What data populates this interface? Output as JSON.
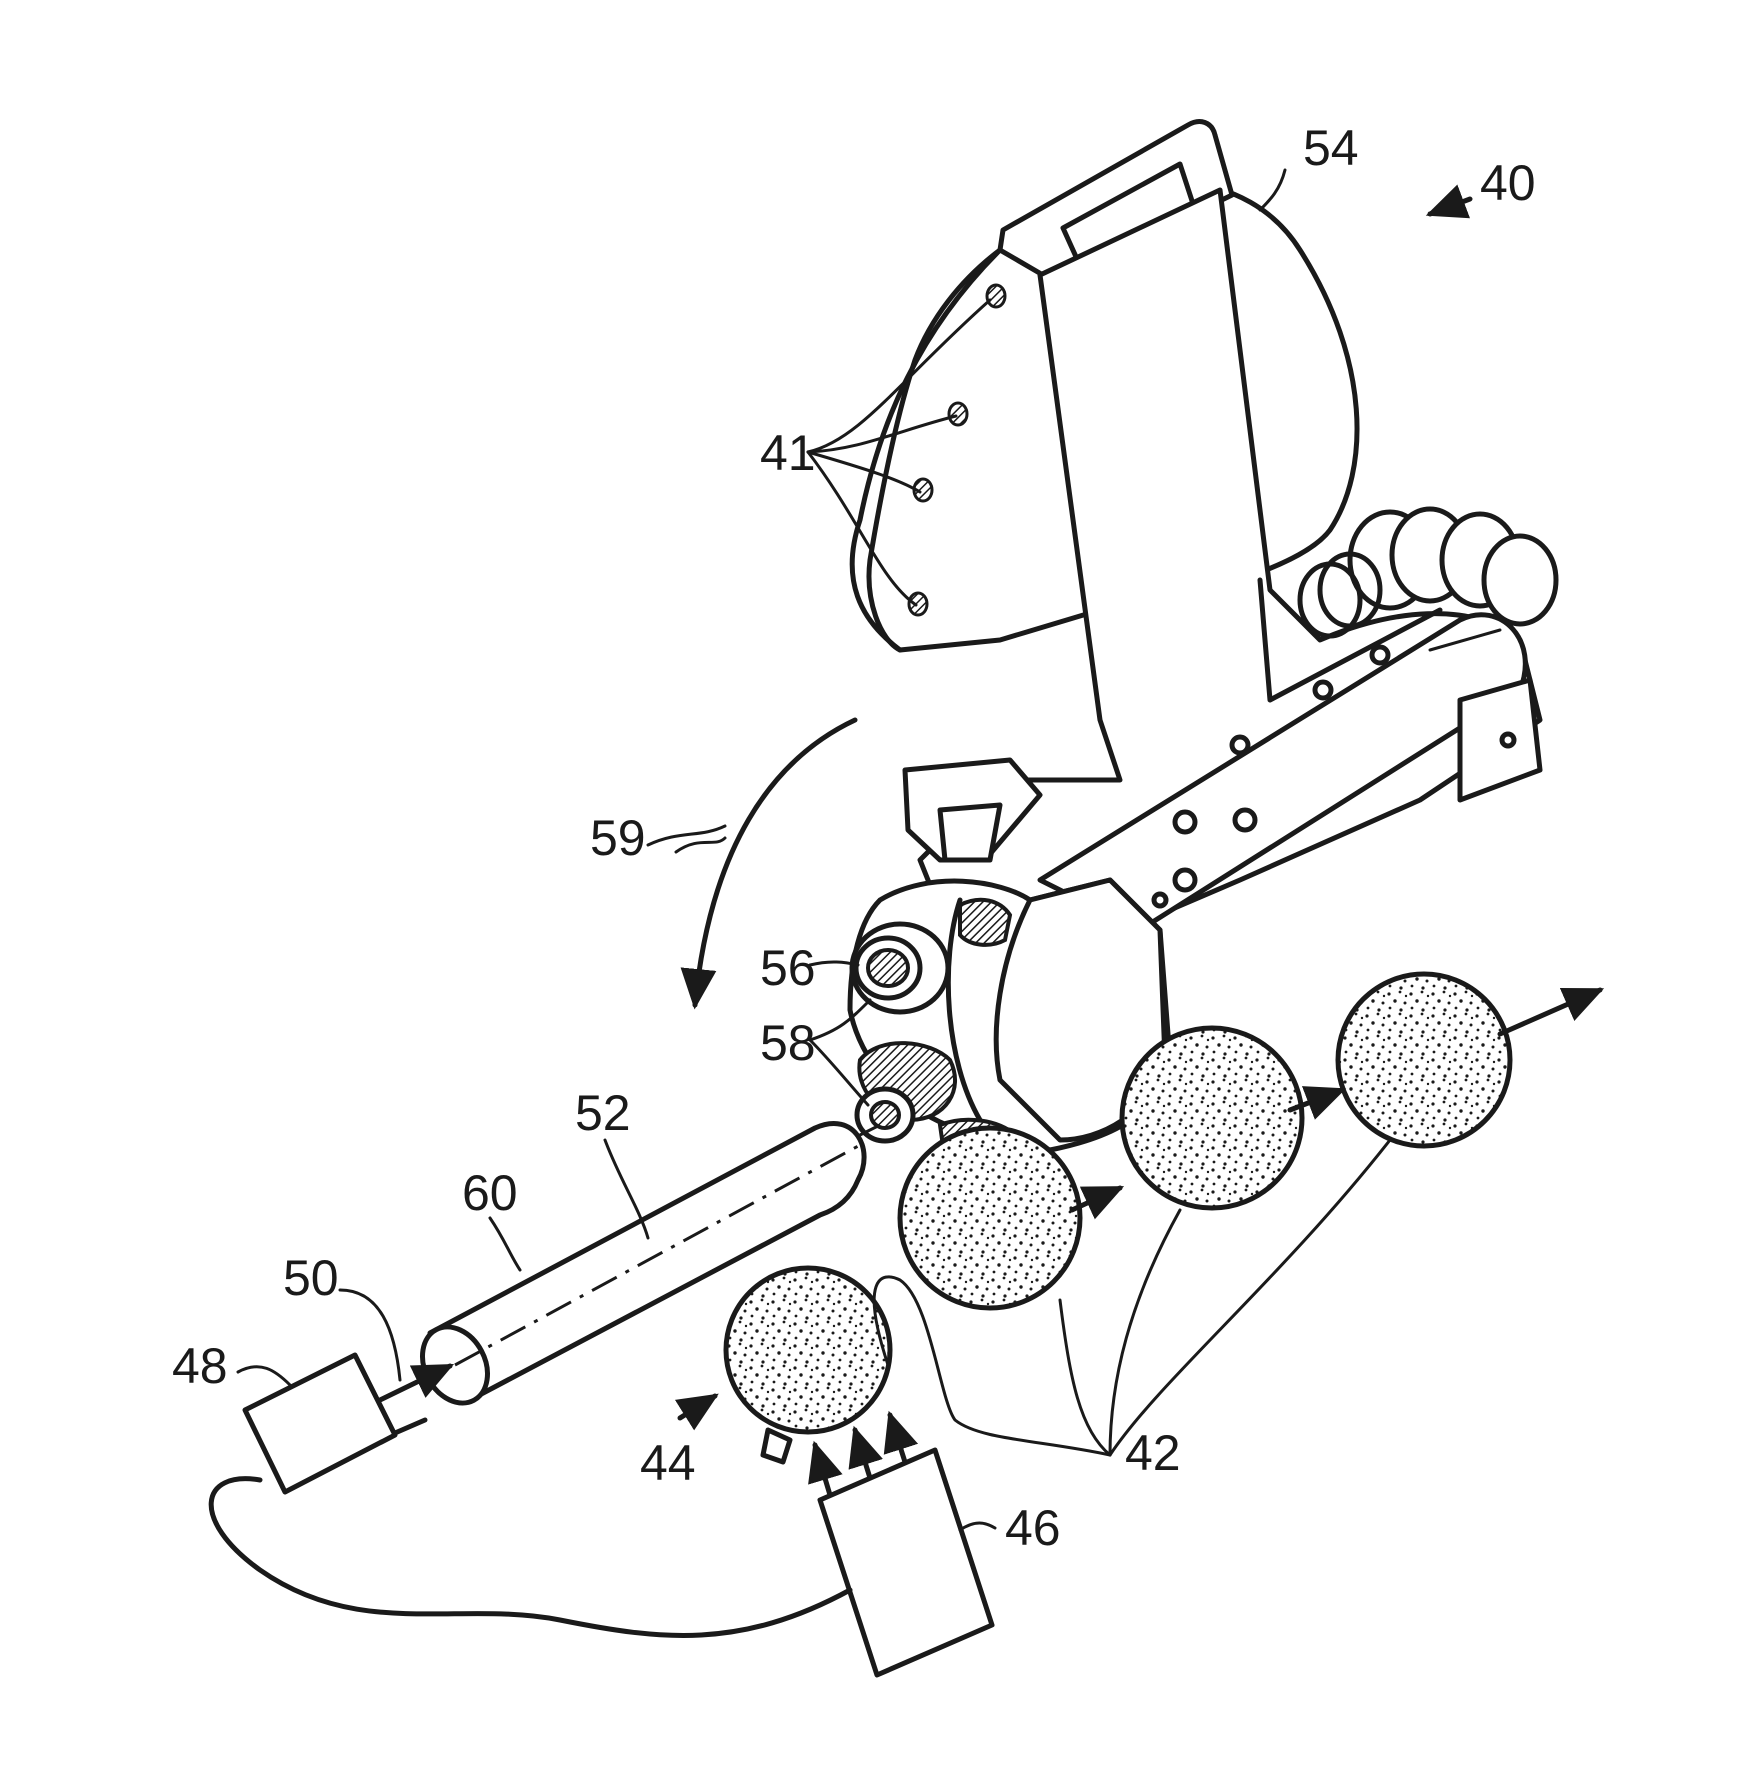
{
  "labels": {
    "ref_40": "40",
    "ref_41": "41",
    "ref_42": "42",
    "ref_44": "44",
    "ref_46": "46",
    "ref_48": "48",
    "ref_50": "50",
    "ref_52": "52",
    "ref_54": "54",
    "ref_56": "56",
    "ref_58": "58",
    "ref_59": "59",
    "ref_60": "60"
  },
  "colors": {
    "ink": "#1a1a1a",
    "background": "#ffffff"
  }
}
